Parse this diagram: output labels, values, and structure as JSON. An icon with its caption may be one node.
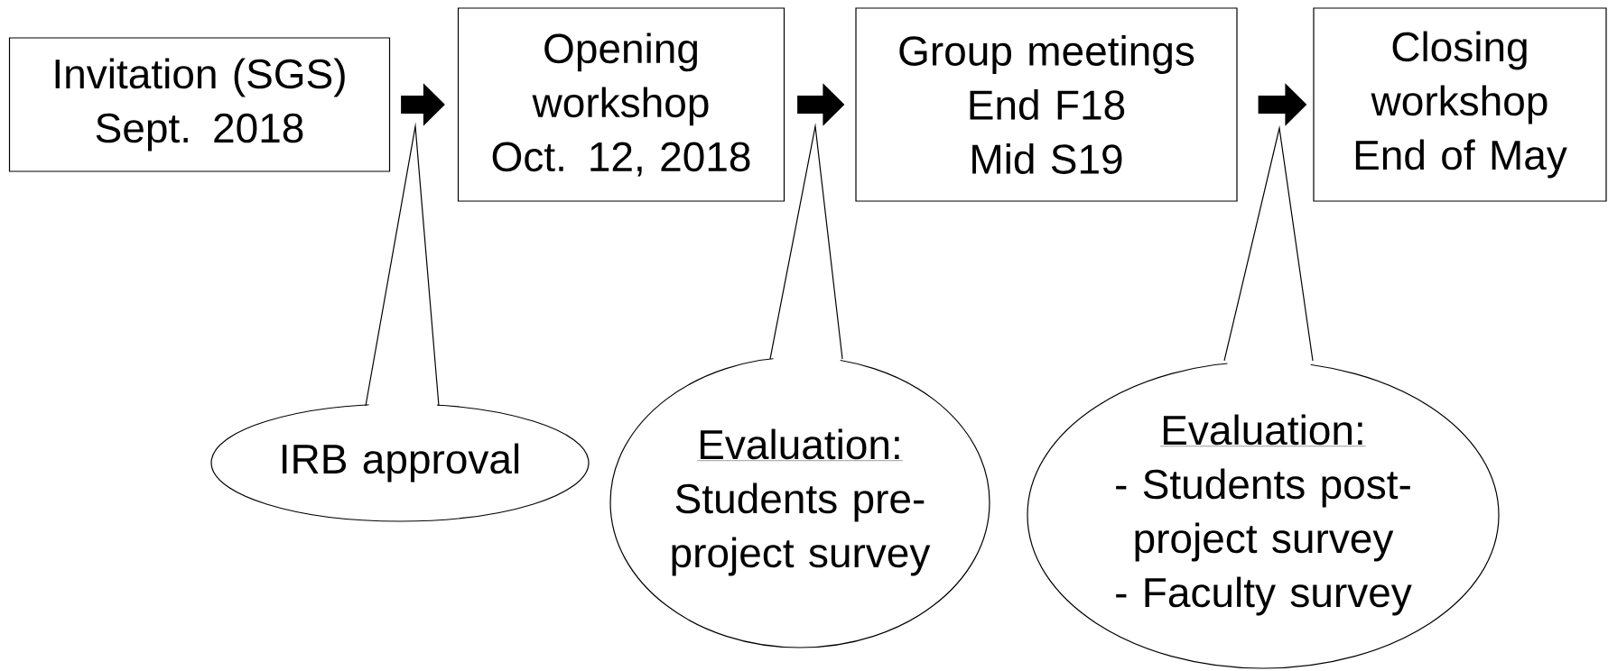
{
  "diagram": {
    "nodes": [
      {
        "text": [
          "Invitation (SGS)",
          "Sept. 2018"
        ]
      },
      {
        "text": [
          "Opening workshop",
          "Oct. 12, 2018"
        ]
      },
      {
        "text": [
          "Group meetings",
          "End F18",
          "Mid S19"
        ]
      },
      {
        "text": [
          "Closing workshop",
          "End of May"
        ]
      },
      {
        "text": [
          "IRB approval"
        ]
      },
      {
        "text": [
          "Evaluation:",
          "Students pre-project survey"
        ]
      },
      {
        "text": [
          "Evaluation:",
          "- Students post-project survey",
          "- Faculty survey"
        ]
      }
    ],
    "edges": [
      {
        "from": 0,
        "to": 1,
        "arrow": "to",
        "style": "thick"
      },
      {
        "from": 1,
        "to": 2,
        "arrow": "to",
        "style": "thick"
      },
      {
        "from": 2,
        "to": 3,
        "arrow": "to",
        "style": "thick"
      },
      {
        "from": 4,
        "to": null,
        "arrow": "none"
      },
      {
        "from": 5,
        "to": null,
        "arrow": "none"
      },
      {
        "from": 6,
        "to": null,
        "arrow": "none"
      }
    ]
  }
}
